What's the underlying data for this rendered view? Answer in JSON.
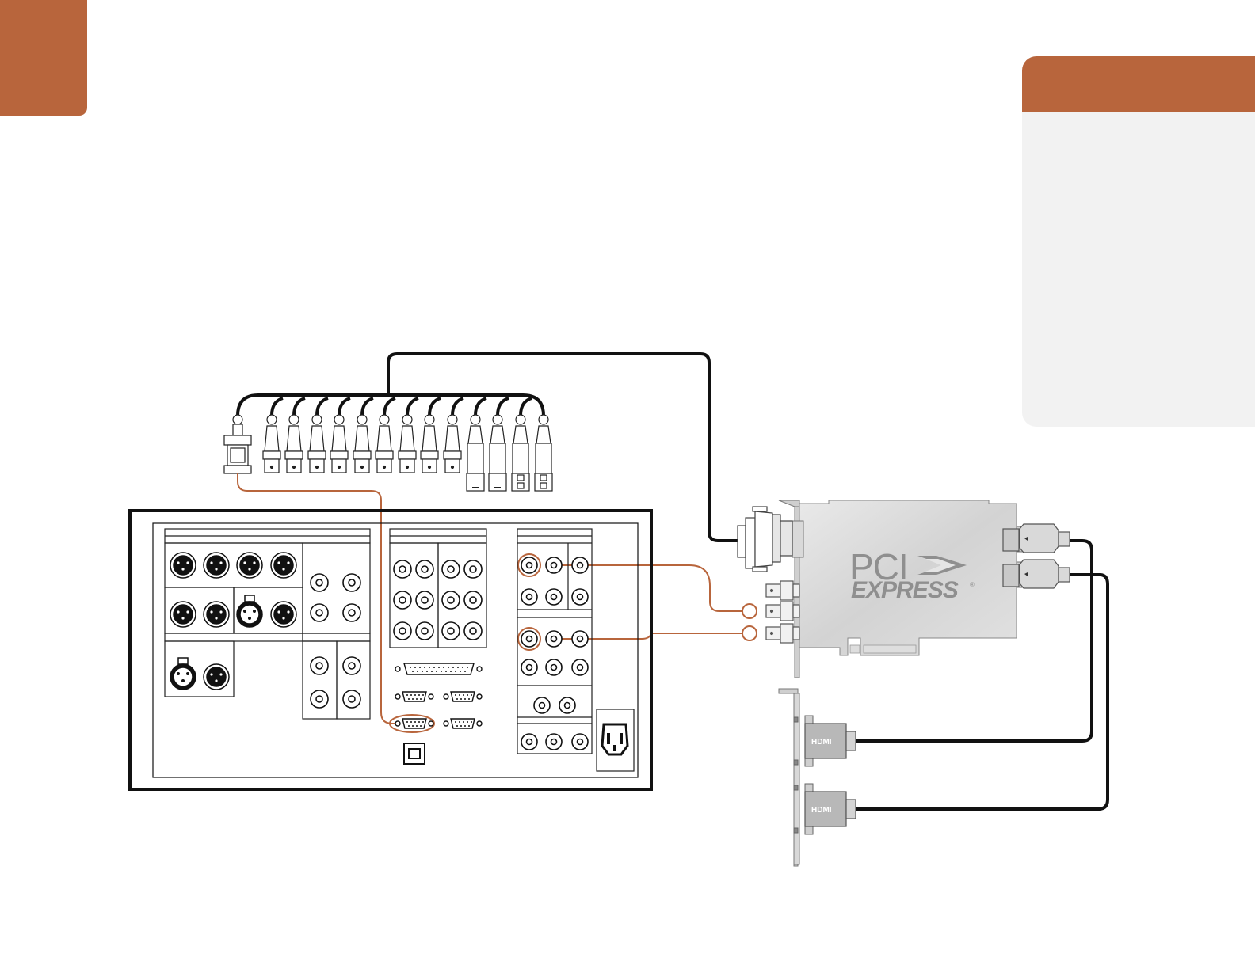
{
  "colors": {
    "accent": "#b8653c",
    "panel_bg": "#f2f2f2",
    "cable_black": "#111111",
    "cable_orange": "#b8653c",
    "card_silver": "#d6d6d6"
  },
  "pcie_logo": {
    "line1": "PCI",
    "line2": "EXPRESS",
    "mark": "®"
  },
  "hdmi_ports": [
    {
      "label": "HDMI"
    },
    {
      "label": "HDMI"
    }
  ],
  "icons": [
    "breakout-cable-icon",
    "db9-connector-icon",
    "bnc-connector-icon",
    "xlr-connector-icon",
    "deck-rear-panel-icon",
    "pcie-card-icon",
    "hdmi-bracket-icon",
    "usb-port-icon",
    "power-socket-icon"
  ]
}
